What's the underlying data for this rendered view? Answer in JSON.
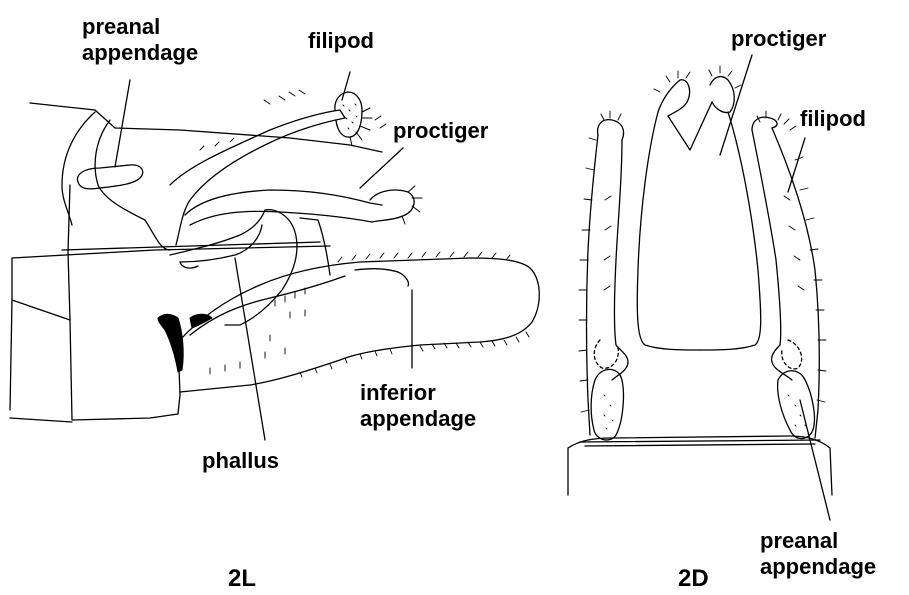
{
  "figure": {
    "left_panel": {
      "id": "2L",
      "labels": {
        "preanal_line1": "preanal",
        "preanal_line2": "appendage",
        "filipod": "filipod",
        "proctiger": "proctiger",
        "phallus": "phallus",
        "inferior_line1": "inferior",
        "inferior_line2": "appendage"
      }
    },
    "right_panel": {
      "id": "2D",
      "labels": {
        "proctiger": "proctiger",
        "filipod": "filipod",
        "preanal_line1": "preanal",
        "preanal_line2": "appendage"
      }
    },
    "colors": {
      "ink": "#000000",
      "background": "#ffffff"
    }
  }
}
